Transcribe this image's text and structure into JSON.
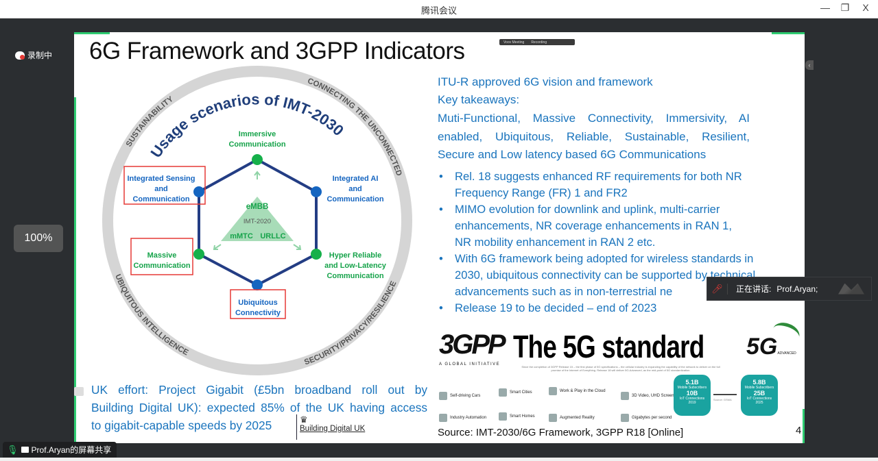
{
  "window": {
    "title": "腾讯会议",
    "minimize": "—",
    "restore": "❐",
    "close": "X"
  },
  "recording_indicator": "录制中",
  "minibar": {
    "meeting": "Voov Meeting",
    "recording": "Recording"
  },
  "slide": {
    "title": "6G Framework and 3GPP Indicators",
    "diagram": {
      "title": "Usage scenarios of IMT-2030",
      "ring_labels": [
        "SUSTAINABILITY",
        "CONNECTING THE UNCONNECTED",
        "UBIQUITOUS INTELLIGENCE",
        "SECURITY/PRIVACY/RESILIENCE"
      ],
      "nodes": {
        "immersive": [
          "Immersive",
          "Communication"
        ],
        "isac": [
          "Integrated Sensing",
          "and",
          "Communication"
        ],
        "ai": [
          "Integrated AI",
          "and",
          "Communication"
        ],
        "massive": [
          "Massive",
          "Communication"
        ],
        "hrllc": [
          "Hyper Reliable",
          "and Low-Latency",
          "Communication"
        ],
        "ubiquitous": [
          "Ubiquitous",
          "Connectivity"
        ]
      },
      "triangle": {
        "top": "eMBB",
        "center": "IMT-2020",
        "left": "mMTC",
        "right": "URLLC"
      },
      "colors": {
        "green": "#16b04a",
        "blue": "#1565c0",
        "edge": "#233d84",
        "box": "#e53935"
      }
    },
    "right": {
      "heading": "ITU-R approved 6G vision and framework",
      "key_label": "Key takeaways:",
      "key_lines": [
        "Muti-Functional, Massive Connectivity, Immersivity, AI",
        "enabled, Ubiquitous, Reliable, Sustainable, Resilient,",
        "Secure and Low latency based 6G Communications"
      ],
      "bullets": [
        [
          "Rel. 18 suggests enhanced RF requirements for both NR",
          "Frequency Range (FR) 1 and FR2"
        ],
        [
          "MIMO evolution for downlink and uplink, multi-carrier",
          "enhancements, NR coverage enhancements in RAN 1,",
          "NR mobility enhancement in RAN 2 etc."
        ],
        [
          "With 6G framework being adopted for wireless standards in",
          "2030, ubiquitous connectivity can be supported by technical",
          "advancements such as in non-terrestrial ne"
        ],
        [
          "Release 19 to be decided – end of 2023"
        ]
      ]
    },
    "uk": {
      "lines": [
        "UK effort: Project Gigabit (£5bn broadband roll out by",
        "Building Digital UK): expected 85% of the UK having access",
        "to gigabit-capable speeds by 2025"
      ],
      "logo_label": "Building Digital UK"
    },
    "gpp": {
      "logo": "3GPP",
      "tagline": "A GLOBAL INITIATIVE"
    },
    "standard": {
      "title": "The 5G standard",
      "caption": "Since the completion of 3GPP Release 15 – the first phase of 5G specifications – the cellular industry is expanding the capability of the network to deliver on the full promise of the Internet of Everything. Release 18 will deliver 5G-Advanced, as the mid-point of 5G standardization.",
      "logo": "5G",
      "logo_sub": "ADVANCED"
    },
    "use_cases": [
      "Self-driving Cars",
      "Smart Cities",
      "Work & Play in the Cloud",
      "3D Video, UHD Screens",
      "Industry Automation",
      "Smart Homes",
      "Augmented Reality",
      "Gigabytes per second"
    ],
    "gears": [
      {
        "subs": "5.1B",
        "subs_label": "Mobile Subscribers",
        "iot": "10B",
        "iot_label": "IoT Connections",
        "year": "2019"
      },
      {
        "subs": "5.8B",
        "subs_label": "Mobile Subscribers",
        "iot": "25B",
        "iot_label": "IoT Connections",
        "year": "2025"
      }
    ],
    "gear_source": "Source: GSMA",
    "source": "Source: IMT-2030/6G Framework, 3GPP R18 [Online]",
    "page_number": "4"
  },
  "zoom_tooltip": "100%",
  "speaker": {
    "label": "正在讲话:",
    "name": "Prof.Aryan;"
  },
  "share_label": "Prof.Aryan的屏幕共享"
}
